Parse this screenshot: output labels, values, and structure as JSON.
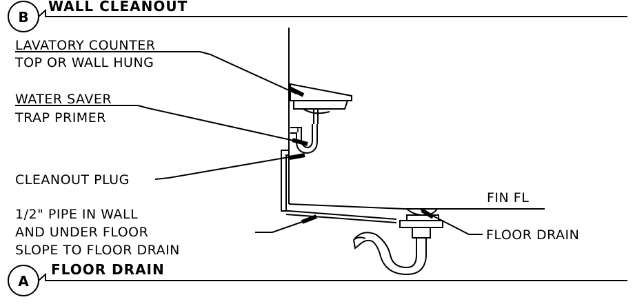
{
  "details": {
    "wall_cleanout": {
      "bubble": "B",
      "title": "WALL CLEANOUT"
    },
    "floor_drain": {
      "bubble": "A",
      "title": "FLOOR DRAIN"
    }
  },
  "labels": {
    "lavatory_line1": "LAVATORY COUNTER",
    "lavatory_line2": "TOP OR WALL HUNG",
    "water_saver_line1": "WATER SAVER",
    "water_saver_line2": "TRAP PRIMER",
    "cleanout_plug": "CLEANOUT PLUG",
    "pipe_line1": "1/2\" PIPE IN WALL",
    "pipe_line2": "AND UNDER FLOOR",
    "pipe_line3": "SLOPE TO FLOOR DRAIN",
    "fin_fl": "FIN FL",
    "floor_drain_callout": "FLOOR DRAIN"
  }
}
